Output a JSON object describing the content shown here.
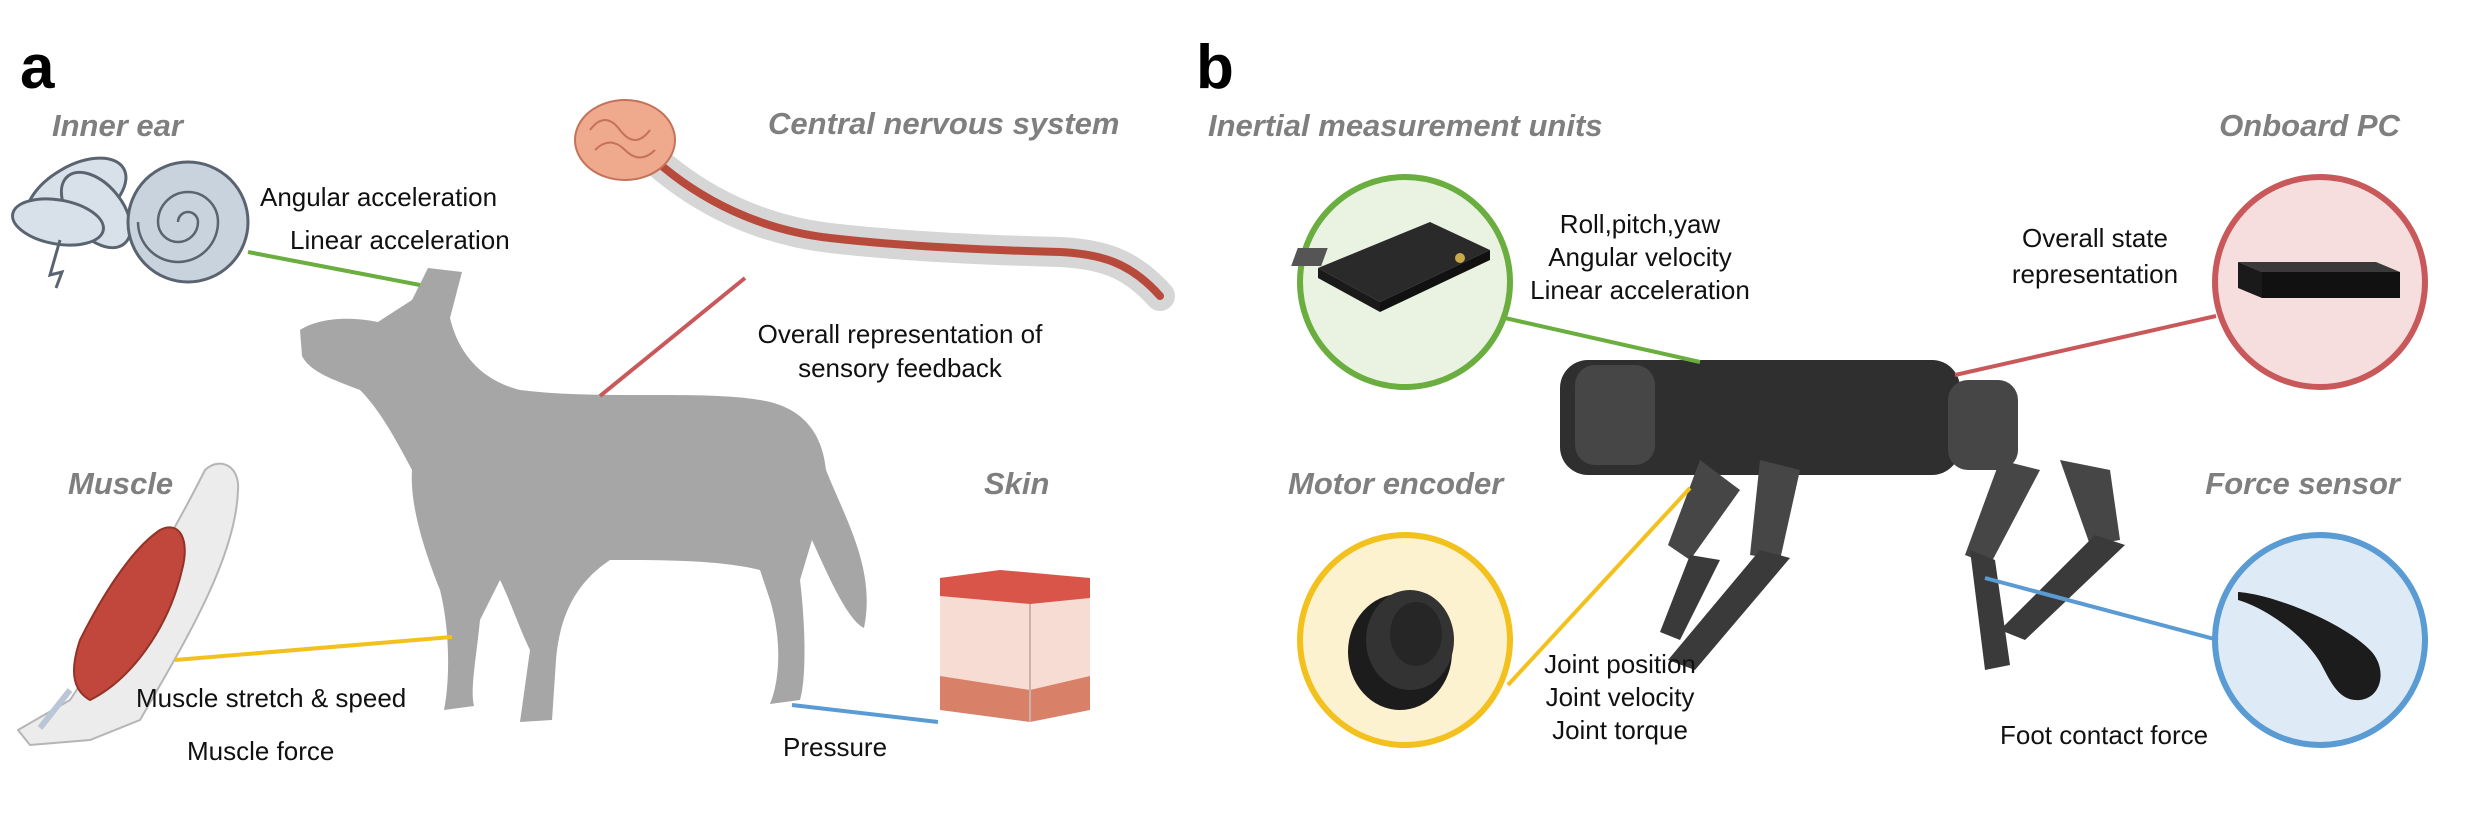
{
  "panel_a": {
    "letter": "a",
    "inner_ear": {
      "title": "Inner ear",
      "line1": "Angular acceleration",
      "line2": "Linear acceleration"
    },
    "cns": {
      "title": "Central nervous system",
      "line1": "Overall representation of",
      "line2": "sensory feedback"
    },
    "muscle": {
      "title": "Muscle",
      "line1": "Muscle stretch & speed",
      "line2": "Muscle force"
    },
    "skin": {
      "title": "Skin",
      "line1": "Pressure"
    }
  },
  "panel_b": {
    "letter": "b",
    "imu": {
      "title": "Inertial measurement units",
      "line1": "Roll,pitch,yaw",
      "line2": "Angular velocity",
      "line3": "Linear acceleration"
    },
    "pc": {
      "title": "Onboard PC",
      "line1": "Overall state",
      "line2": "representation"
    },
    "motor": {
      "title": "Motor encoder",
      "line1": "Joint position",
      "line2": "Joint velocity",
      "line3": "Joint torque"
    },
    "force": {
      "title": "Force sensor",
      "line1": "Foot contact force"
    }
  },
  "colors": {
    "green": "#6aae3f",
    "red": "#c9585a",
    "yellow": "#f3c11d",
    "blue": "#5b9bd3",
    "dog": "#a6a6a6",
    "robot": "#3a3a3a",
    "green_fill": "#eaf3e1",
    "red_fill": "#f7dede",
    "yellow_fill": "#fdf2cf",
    "blue_fill": "#deeaf6"
  }
}
